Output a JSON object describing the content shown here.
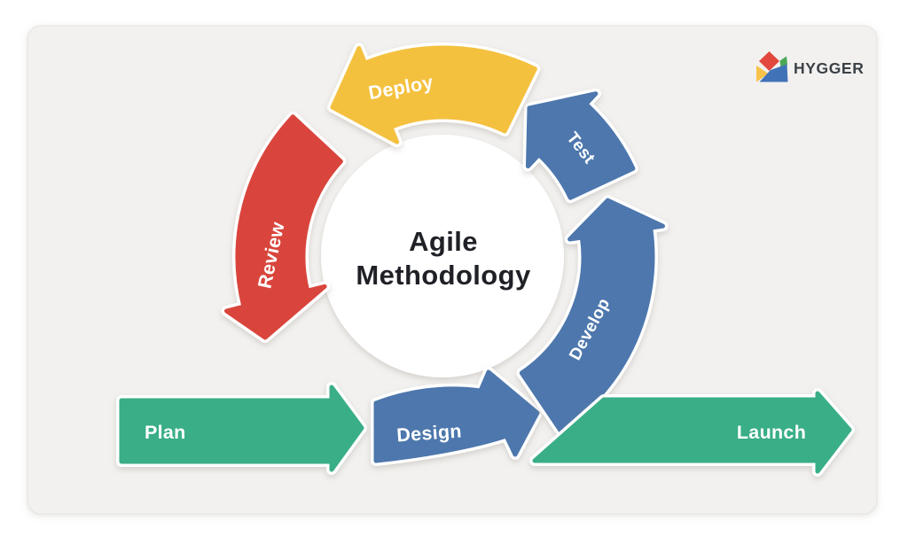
{
  "brand": {
    "name": "HYGGER",
    "text_color": "#3C4147",
    "icon": {
      "red": "#E2483D",
      "yellow": "#F6C24A",
      "green": "#49A956",
      "blue": "#4072B8"
    }
  },
  "diagram": {
    "title_line1": "Agile",
    "title_line2": "Methodology",
    "title_color": "#1F2126",
    "label_color": "#FFFFFF",
    "page_bg": "#FFFFFF",
    "card_bg": "#F2F1EF",
    "card_border": "#E6E4E1",
    "circle_fill": "#FFFFFF",
    "stages": [
      {
        "label": "Plan",
        "color": "#39AE87"
      },
      {
        "label": "Design",
        "color": "#4D77AD"
      },
      {
        "label": "Develop",
        "color": "#4D77AD"
      },
      {
        "label": "Test",
        "color": "#4D77AD"
      },
      {
        "label": "Deploy",
        "color": "#F4C13F"
      },
      {
        "label": "Review",
        "color": "#D9453C"
      },
      {
        "label": "Launch",
        "color": "#39AE87"
      }
    ]
  }
}
